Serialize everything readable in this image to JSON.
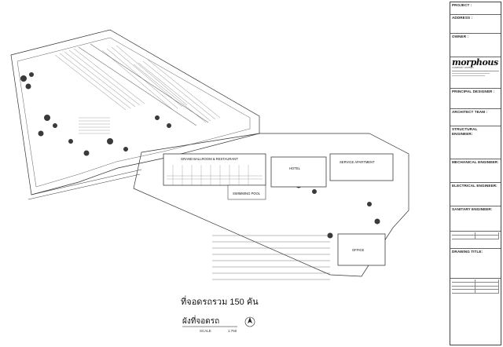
{
  "plan": {
    "labels": {
      "hotel": "HOTEL",
      "service_apartment": "SERVICE APARTMENT",
      "ballroom": "GRAND BALLROOM & RESTAURANT",
      "pool": "SWIMMING POOL",
      "office": "OFFICE"
    },
    "parking_total": "ที่จอดรถรวม 150 คัน",
    "plan_title": "ผังที่จอดรถ",
    "scale_label": "SCALE",
    "scale_value": "1:750"
  },
  "title_block": {
    "project_label": "PROJECT :",
    "address_label": "ADDRESS :",
    "owner_label": "OWNER :",
    "principal_designer_label": "PRINCIPAL DESIGNER :",
    "architect_team_label": "ARCHITECT TEAM :",
    "structural_engineer_label": "STRUCTURAL ENGINEER:",
    "mechanical_engineer_label": "MECHANICAL ENGINEER:",
    "electrical_engineer_label": "ELECTRICAL ENGINEER:",
    "sanitary_engineer_label": "SANITARY ENGINEER:",
    "drawing_title_label": "DRAWING TITLE:",
    "logo_text": "morphous",
    "company": "COMPANY LIMITED"
  }
}
